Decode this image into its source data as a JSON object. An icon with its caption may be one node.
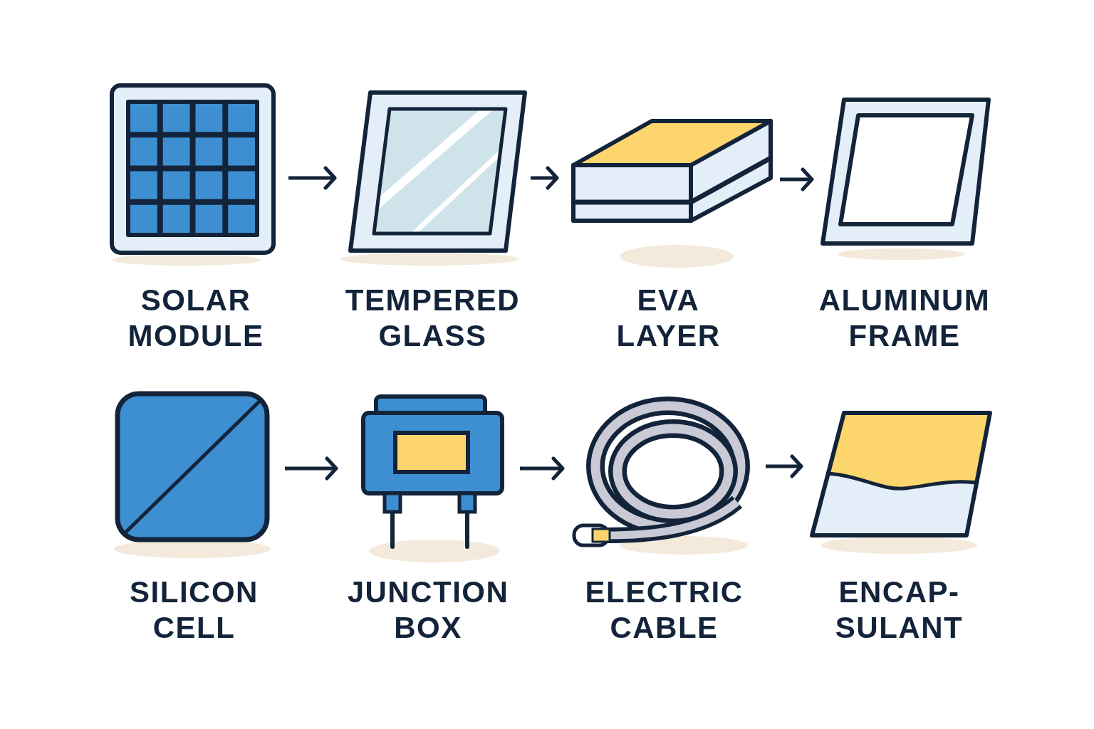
{
  "diagram": {
    "nodes": [
      {
        "text": [
          "SOLAR MODULE"
        ]
      },
      {
        "text": [
          "TEMPERED GLASS"
        ]
      },
      {
        "text": [
          "EVA LAYER"
        ]
      },
      {
        "text": [
          "ALUMINUM FRAME"
        ]
      },
      {
        "text": [
          "SILICON CELL"
        ]
      },
      {
        "text": [
          "JUNCTION BOX"
        ]
      },
      {
        "text": [
          "ELECTRIC CABLE"
        ]
      },
      {
        "text": [
          "ENCAP- SULANT"
        ]
      }
    ],
    "edges": [
      {
        "from": 0,
        "to": 1,
        "arrow": "to"
      },
      {
        "from": 1,
        "to": 2,
        "arrow": "to"
      },
      {
        "from": 2,
        "to": 3,
        "arrow": "to"
      },
      {
        "from": 4,
        "to": 5,
        "arrow": "to"
      },
      {
        "from": 5,
        "to": 6,
        "arrow": "to"
      },
      {
        "from": 6,
        "to": 7,
        "arrow": "to"
      }
    ]
  }
}
